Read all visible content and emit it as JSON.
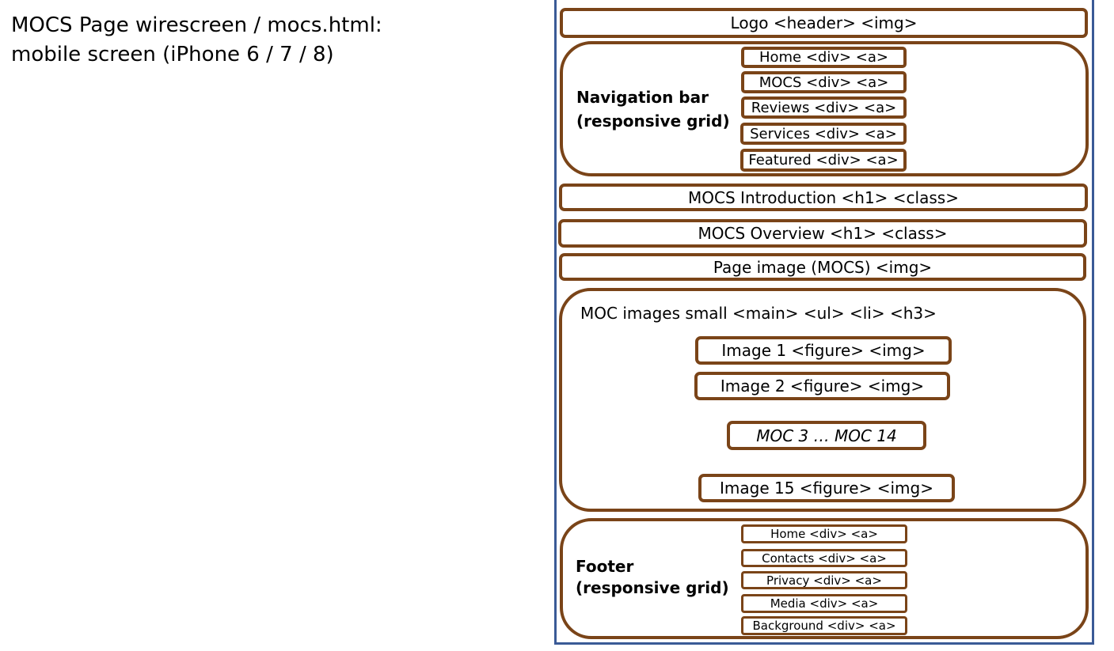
{
  "title": {
    "line1": "MOCS Page wirescreen / mocs.html:",
    "line2": "mobile screen (iPhone 6 / 7 / 8)"
  },
  "header": {
    "label": "Logo <header> <img>"
  },
  "nav": {
    "label_line1": "Navigation bar",
    "label_line2": "(responsive grid)",
    "items": [
      "Home <div> <a>",
      "MOCS <div> <a>",
      "Reviews <div> <a>",
      "Services <div> <a>",
      "Featured <div> <a>"
    ]
  },
  "intro": {
    "label": "MOCS Introduction <h1> <class>"
  },
  "overview": {
    "label": "MOCS Overview <h1> <class>"
  },
  "page_image": {
    "label": "Page image (MOCS) <img>"
  },
  "main": {
    "heading": "MOC images small <main> <ul> <li> <h3>",
    "items": [
      "Image 1 <figure> <img>",
      "Image 2 <figure> <img>",
      "MOC 3 … MOC 14",
      "Image 15 <figure> <img>"
    ]
  },
  "footer": {
    "label_line1": "Footer",
    "label_line2": "(responsive grid)",
    "items": [
      "Home <div> <a>",
      "Contacts <div> <a>",
      "Privacy <div> <a>",
      "Media <div> <a>",
      "Background <div> <a>"
    ]
  }
}
